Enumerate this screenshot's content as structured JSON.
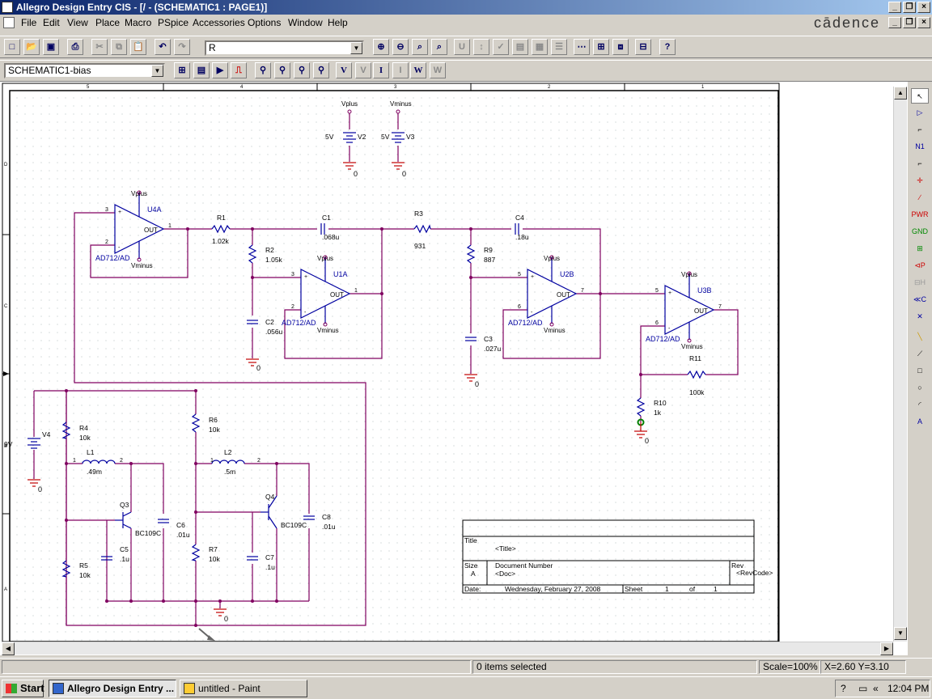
{
  "window": {
    "title": "Allegro Design Entry CIS - [/ - (SCHEMATIC1 : PAGE1)]"
  },
  "menu": {
    "items": [
      "File",
      "Edit",
      "View",
      "Place",
      "Macro",
      "PSpice",
      "Accessories",
      "Options",
      "Window",
      "Help"
    ],
    "brand": "cādence"
  },
  "toolbar1": {
    "part_combo": "R"
  },
  "toolbar2": {
    "profile_combo": "SCHEMATIC1-bias",
    "buttons": [
      "V",
      "I",
      "W"
    ]
  },
  "schematic": {
    "components": [
      {
        "ref": "U4A",
        "value": "AD712/AD"
      },
      {
        "ref": "U1A",
        "value": "AD712/AD"
      },
      {
        "ref": "U2B",
        "value": "AD712/AD"
      },
      {
        "ref": "U3B",
        "value": "AD712/AD"
      },
      {
        "ref": "R1",
        "value": "1.02k"
      },
      {
        "ref": "R2",
        "value": "1.05k"
      },
      {
        "ref": "R3",
        "value": "931"
      },
      {
        "ref": "R9",
        "value": "887"
      },
      {
        "ref": "R11",
        "value": "100k"
      },
      {
        "ref": "R10",
        "value": "1k"
      },
      {
        "ref": "C1",
        "value": ".068u"
      },
      {
        "ref": "C2",
        "value": ".056u"
      },
      {
        "ref": "C4",
        "value": ".18u"
      },
      {
        "ref": "C3",
        "value": ".027u"
      },
      {
        "ref": "V2",
        "value": "5V"
      },
      {
        "ref": "V3",
        "value": "5V"
      },
      {
        "ref": "V4",
        "value": "9V"
      },
      {
        "ref": "R4",
        "value": "10k"
      },
      {
        "ref": "R5",
        "value": "10k"
      },
      {
        "ref": "R6",
        "value": "10k"
      },
      {
        "ref": "R7",
        "value": "10k"
      },
      {
        "ref": "L1",
        "value": ".49m"
      },
      {
        "ref": "L2",
        "value": ".5m"
      },
      {
        "ref": "Q3",
        "value": "BC109C"
      },
      {
        "ref": "Q4",
        "value": "BC109C"
      },
      {
        "ref": "C5",
        "value": ".1u"
      },
      {
        "ref": "C6",
        "value": ".01u"
      },
      {
        "ref": "C7",
        "value": ".1u"
      },
      {
        "ref": "C8",
        "value": ".01u"
      }
    ],
    "net_labels": [
      "Vplus",
      "Vminus",
      "0",
      "OUT"
    ],
    "border_cols": [
      "5",
      "4",
      "3",
      "2",
      "1"
    ],
    "border_rows": [
      "D",
      "C",
      "B",
      "A"
    ],
    "title_block": {
      "title_label": "Title",
      "title_value": "<Title>",
      "size_label": "Size",
      "size_value": "A",
      "docnum_label": "Document Number",
      "docnum_value": "<Doc>",
      "rev_label": "Rev",
      "rev_value": "<RevCode>",
      "date_label": "Date:",
      "date_value": "Wednesday, February 27, 2008",
      "sheet_label": "Sheet",
      "sheet_value": "1",
      "of_label": "of",
      "of_value": "1"
    }
  },
  "status": {
    "selection": "0 items selected",
    "scale": "Scale=100%",
    "coords": "X=2.60  Y=3.10"
  },
  "taskbar": {
    "start": "Start",
    "tasks": [
      "Allegro Design Entry ...",
      "untitled - Paint"
    ],
    "clock": "12:04 PM"
  },
  "colors": {
    "wire": "#800060",
    "part": "#0000a0",
    "ground": "#c00000",
    "titlebar": "#0a246a"
  }
}
